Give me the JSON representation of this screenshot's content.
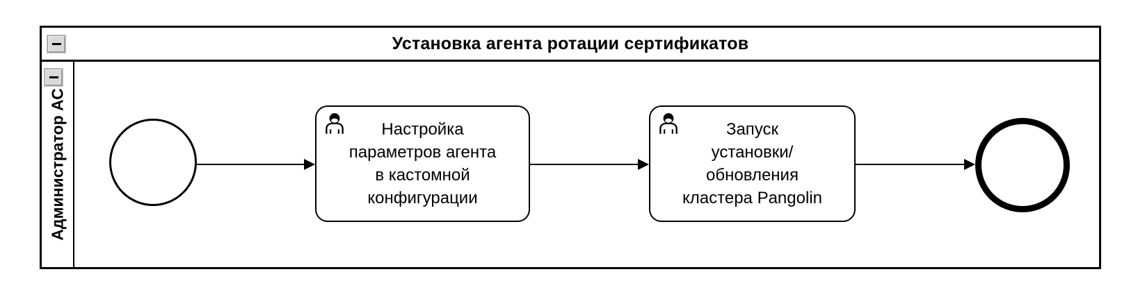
{
  "pool": {
    "title": "Установка агента ротации сертификатов",
    "collapse_icon": "minus",
    "lane": {
      "label": "Администратор АС",
      "collapse_icon": "minus"
    }
  },
  "diagram": {
    "type": "bpmn-process",
    "nodes": [
      {
        "id": "start",
        "type": "start-event",
        "label": ""
      },
      {
        "id": "task1",
        "type": "user-task",
        "label": "Настройка параметров агента в кастомной конфигурации",
        "lines": [
          "Настройка",
          "параметров агента",
          "в кастомной",
          "конфигурации"
        ]
      },
      {
        "id": "task2",
        "type": "user-task",
        "label": "Запуск установки/ обновления кластера Pangolin",
        "lines": [
          "Запуск",
          "установки/",
          "обновления",
          "кластера Pangolin"
        ]
      },
      {
        "id": "end",
        "type": "end-event",
        "label": ""
      }
    ],
    "flows": [
      {
        "from": "start",
        "to": "task1"
      },
      {
        "from": "task1",
        "to": "task2"
      },
      {
        "from": "task2",
        "to": "end"
      }
    ],
    "colors": {
      "stroke": "#000000",
      "fill": "#ffffff",
      "button_face": "#d9d9d9"
    }
  }
}
